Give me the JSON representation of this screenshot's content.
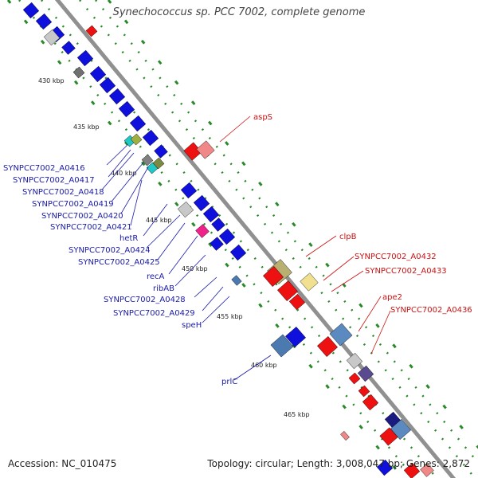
{
  "title": "Synechococcus sp. PCC 7002, complete genome",
  "footer": {
    "accession": "Accession: NC_010475",
    "summary": "Topology: circular; Length: 3,008,047 bp; Genes: 2,872"
  },
  "ticks": [
    "430 kbp",
    "435 kbp",
    "440 kbp",
    "445 kbp",
    "450 kbp",
    "455 kbp",
    "460 kbp",
    "465 kbp"
  ],
  "labels_left": [
    "SYNPCC7002_A0416",
    "SYNPCC7002_A0417",
    "SYNPCC7002_A0418",
    "SYNPCC7002_A0419",
    "SYNPCC7002_A0420",
    "SYNPCC7002_A0421",
    "hetR",
    "SYNPCC7002_A0424",
    "SYNPCC7002_A0425",
    "recA",
    "ribAB",
    "SYNPCC7002_A0428",
    "SYNPCC7002_A0429",
    "speH",
    "prlC"
  ],
  "labels_right": [
    "aspS",
    "clpB",
    "SYNPCC7002_A0432",
    "SYNPCC7002_A0433",
    "ape2",
    "SYNPCC7002_A0436"
  ],
  "colors": {
    "backbone": "#909090",
    "forward_strand": "#1010dd",
    "reverse_strand": "#ee1111",
    "tick_track": "#2a8a2a",
    "label_blue": "#1a1aaa",
    "label_red": "#cc1111"
  }
}
